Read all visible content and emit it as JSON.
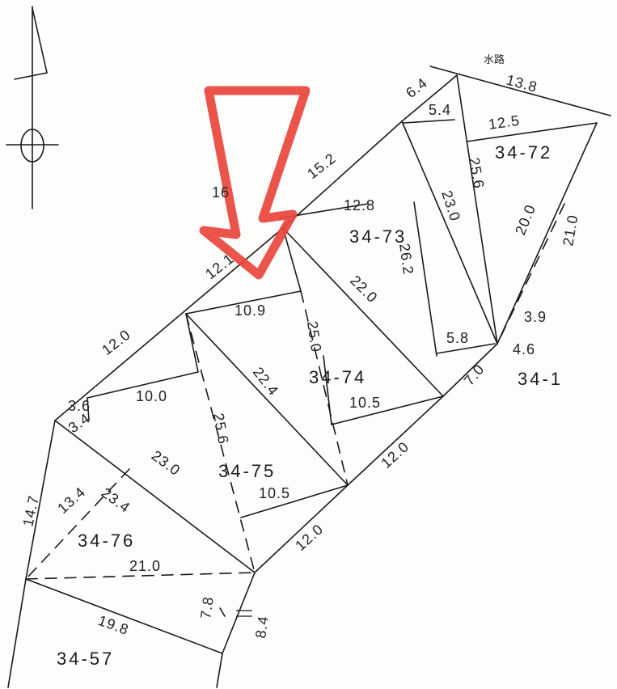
{
  "parcels": {
    "p1": "34-72",
    "p2": "34-73",
    "p3": "34-74",
    "p4": "34-75",
    "p5": "34-76",
    "p6": "34-57",
    "p7": "34-1"
  },
  "features": {
    "waterway": "水路"
  },
  "measurements": {
    "m01": "6.4",
    "m02": "13.8",
    "m03": "5.4",
    "m04": "12.5",
    "m05": "15.2",
    "m06": "25.6",
    "m07": "12.8",
    "m08": "23.0",
    "m09": "20.0",
    "m10": "21.0",
    "m11": "26.2",
    "m12": "16",
    "m13": "12.1",
    "m14": "10.9",
    "m15": "22.0",
    "m16": "25.0",
    "m17": "5.8",
    "m18": "3.9",
    "m19": "4.6",
    "m20": "12.0",
    "m21": "22.4",
    "m22": "7.0",
    "m23": "10.0",
    "m24": "10.5",
    "m25": "3.6",
    "m26": "3.4",
    "m27": "25.6",
    "m28": "23.0",
    "m29": "12.0",
    "m30": "13.4",
    "m31": "23.4",
    "m32": "10.5",
    "m33": "14.7",
    "m34": "12.0",
    "m35": "21.0",
    "m36": "7.8",
    "m37": "19.8",
    "m38": "8.4"
  },
  "colors": {
    "line": "#1a1a1a",
    "arrow": "#e8453c",
    "paper": "#fdfdfb"
  },
  "icons": {
    "north": "north-arrow-icon",
    "benchmark": "benchmark-symbol-icon",
    "highlight": "red-pointer-arrow-icon"
  }
}
